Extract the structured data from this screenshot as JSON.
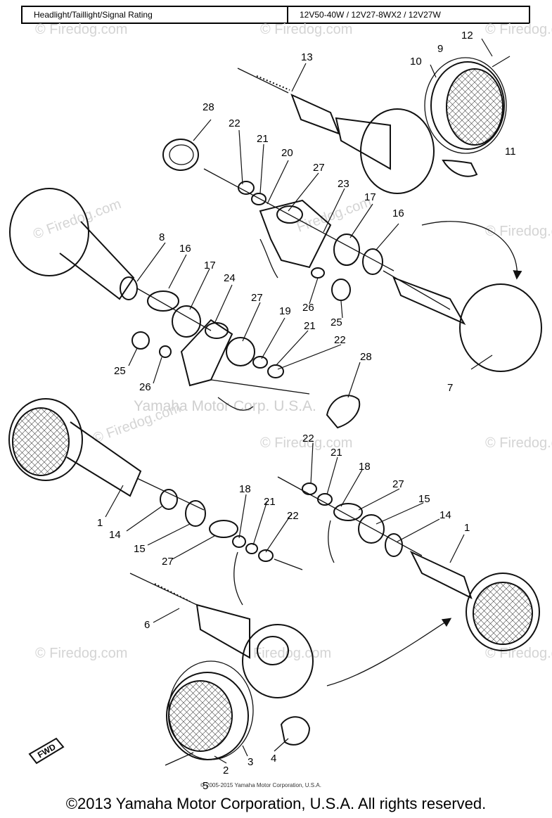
{
  "spec_table": {
    "label": "Headlight/Taillight/Signal Rating",
    "value": "12V50-40W / 12V27-8WX2 / 12V27W"
  },
  "callouts": {
    "p1a": "1",
    "p1b": "1",
    "p2": "2",
    "p3": "3",
    "p4": "4",
    "p5": "5",
    "p6": "6",
    "p7": "7",
    "p8": "8",
    "p9": "9",
    "p10": "10",
    "p11": "11",
    "p12": "12",
    "p13": "13",
    "p14a": "14",
    "p14b": "14",
    "p15a": "15",
    "p15b": "15",
    "p16a": "16",
    "p16b": "16",
    "p17a": "17",
    "p17b": "17",
    "p18a": "18",
    "p18b": "18",
    "p19": "19",
    "p20": "20",
    "p21a": "21",
    "p21b": "21",
    "p21c": "21",
    "p21d": "21",
    "p22a": "22",
    "p22b": "22",
    "p22c": "22",
    "p22d": "22",
    "p23": "23",
    "p24": "24",
    "p25a": "25",
    "p25b": "25",
    "p26a": "26",
    "p26b": "26",
    "p27a": "27",
    "p27b": "27",
    "p27c": "27",
    "p27d": "27",
    "p28a": "28",
    "p28b": "28"
  },
  "fwd_label": "FWD",
  "watermarks": {
    "firedog": "© Firedog.com",
    "firedog_plain": "Firedog.com",
    "yamaha": "Yamaha Motor Corp. U.S.A."
  },
  "credit_small": "© 2005-2015 Yamaha Motor Corporation, U.S.A.",
  "copyright": "©2013 Yamaha Motor Corporation, U.S.A. All rights reserved."
}
